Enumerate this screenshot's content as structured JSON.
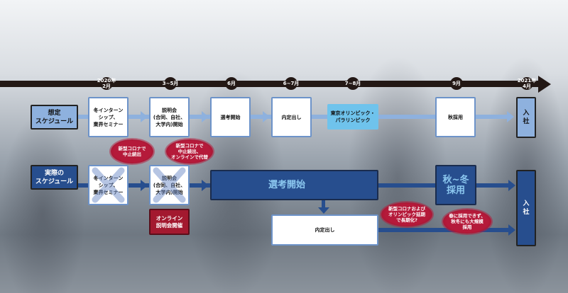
{
  "timeline": [
    "2020年\n2月",
    "3~5月",
    "6月",
    "6~7月",
    "7~8月",
    "9月",
    "2021年\n4月"
  ],
  "planned": {
    "label": "想定\nスケジュール",
    "steps": [
      "冬インターン\nシップ、\n業界セミナー",
      "説明会\n(合同、自社、\n大学内)開始",
      "選考開始",
      "内定出し",
      "東京オリンピック・\nパラリンピック",
      "秋採用",
      "入\n社"
    ]
  },
  "actual": {
    "label": "実際の\nスケジュール",
    "steps": [
      "冬インターン\nシップ、\n業界セミナー",
      "説明会\n(合同、自社、\n大学内)開始",
      "選考開始",
      "内定出し",
      "秋~冬\n採用",
      "入\n社"
    ],
    "online": "オンライン\n説明会開催",
    "notes": [
      "新型コロナで\n中止続出",
      "新型コロナで\n中止続出、\nオンラインで代替",
      "新型コロナおよび\nオリンピック延期\nで長期化?",
      "春に採用できず、\n秋冬にも大規模\n採用"
    ]
  },
  "colors": {
    "planned": "#8eb1de",
    "actual": "#274e8e",
    "alert": "#b51a3a"
  }
}
